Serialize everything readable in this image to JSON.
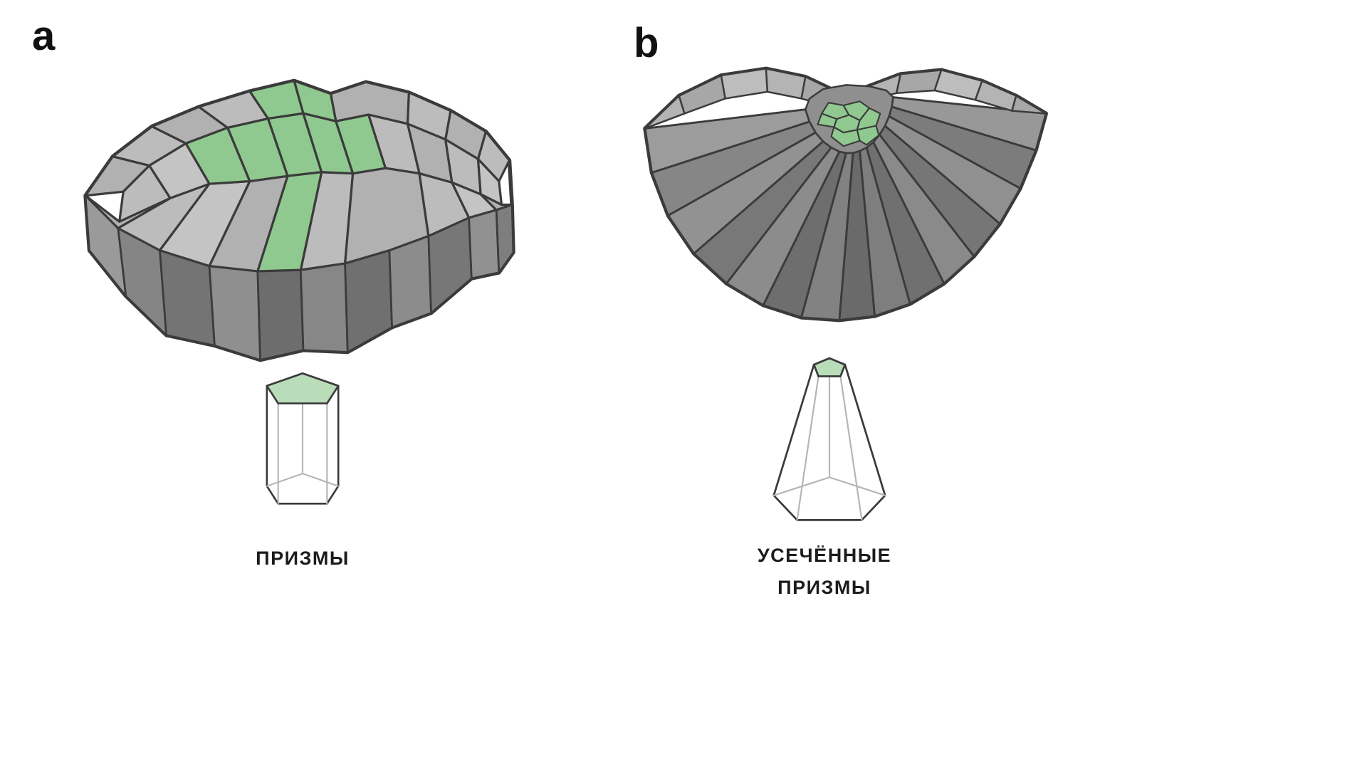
{
  "figure": {
    "panels": [
      {
        "letter": "a",
        "caption_lines": [
          "ПРИЗМЫ"
        ],
        "description": "Slab of columnar prism cells with a green central cell cluster; single pentagonal prism schematic below"
      },
      {
        "letter": "b",
        "caption_lines": [
          "УСЕЧЁННЫЕ",
          "ПРИЗМЫ"
        ],
        "description": "Curved fan of truncated prism cells converging on a small green apical cluster; single truncated pyramid schematic below"
      }
    ]
  },
  "colors": {
    "cell_green": "#8fc98f",
    "cell_green_light": "#b9ddb9",
    "top_gray": "#b7b7b7",
    "wall_gray": "#7f7f7f",
    "outline": "#3b3b3b",
    "text": "#1c1c1c",
    "background": "#ffffff"
  }
}
